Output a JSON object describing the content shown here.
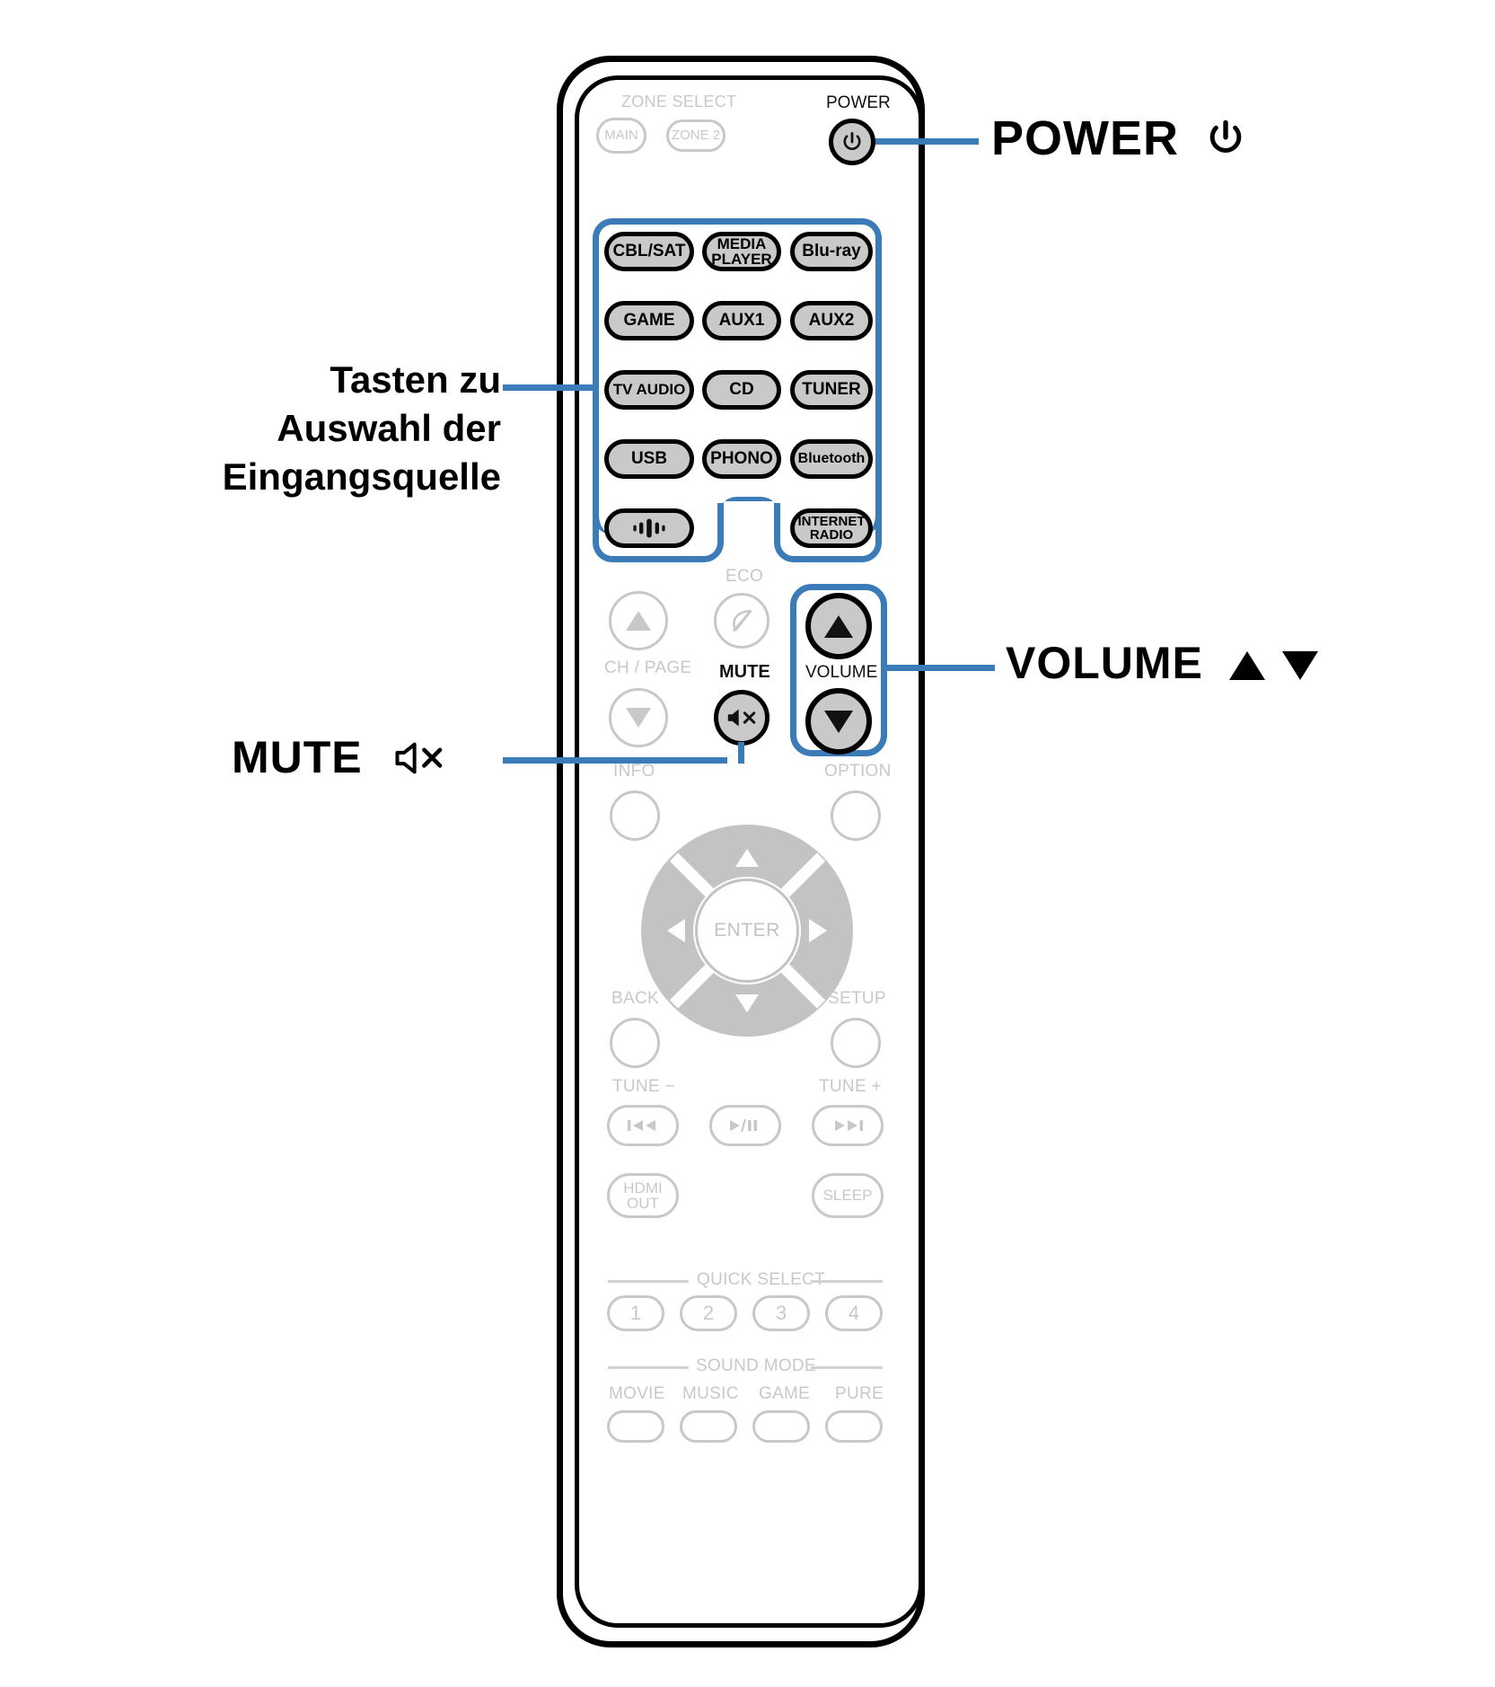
{
  "document": {
    "type": "remote-control-diagram",
    "device": "AV receiver remote control",
    "language": "de"
  },
  "colors": {
    "callout_blue": "#3b7cb8",
    "active_key_fill": "#c9c9c9",
    "inactive_outline": "#c8c8c8",
    "body_outline": "#000000",
    "page_background": "#ffffff"
  },
  "annotations": [
    {
      "id": "power",
      "text": "POWER",
      "glyph": "⏻",
      "glyph_name": "power-symbol"
    },
    {
      "id": "source",
      "lines": [
        "Tasten zu",
        "Auswahl der",
        "Eingangsquelle"
      ]
    },
    {
      "id": "volume",
      "text": "VOLUME",
      "glyph": "▲▼",
      "glyph_name": "up-down-triangles"
    },
    {
      "id": "mute",
      "text": "MUTE",
      "glyph": "ὐ7",
      "glyph_name": "speaker-mute-icon"
    }
  ],
  "remote": {
    "zone_select": {
      "caption": "ZONE SELECT",
      "buttons": [
        {
          "label": "MAIN",
          "shape": "circle",
          "state": "inactive"
        },
        {
          "label": "ZONE 2",
          "shape": "pill",
          "state": "inactive"
        }
      ]
    },
    "power": {
      "caption": "POWER",
      "button": {
        "label": "⏻",
        "icon": "power-icon",
        "shape": "circle",
        "state": "active"
      }
    },
    "input_source": {
      "highlighted": true,
      "rows": [
        [
          {
            "label": "CBL/SAT"
          },
          {
            "label": "MEDIA\nPLAYER",
            "line1": "MEDIA",
            "line2": "PLAYER"
          },
          {
            "label": "Blu-ray"
          }
        ],
        [
          {
            "label": "GAME"
          },
          {
            "label": "AUX1"
          },
          {
            "label": "AUX2"
          }
        ],
        [
          {
            "label": "TV AUDIO"
          },
          {
            "label": "CD"
          },
          {
            "label": "TUNER"
          }
        ],
        [
          {
            "label": "USB"
          },
          {
            "label": "PHONO"
          },
          {
            "label": "Bluetooth"
          }
        ],
        [
          {
            "label": "",
            "icon": "heos-icon"
          },
          null,
          {
            "label": "INTERNET\nRADIO",
            "line1": "INTERNET",
            "line2": "RADIO"
          }
        ]
      ]
    },
    "ch_page": {
      "caption": "CH / PAGE",
      "buttons": [
        {
          "label": "▲",
          "icon": "triangle-up-icon",
          "state": "inactive"
        },
        {
          "label": "▼",
          "icon": "triangle-down-icon",
          "state": "inactive"
        }
      ]
    },
    "eco": {
      "caption": "ECO",
      "button": {
        "icon": "leaf-icon",
        "state": "inactive"
      }
    },
    "mute": {
      "caption": "MUTE",
      "button": {
        "icon": "speaker-mute-icon",
        "state": "active"
      }
    },
    "volume": {
      "caption": "VOLUME",
      "highlighted": true,
      "buttons": [
        {
          "label": "▲",
          "icon": "triangle-up-icon",
          "state": "active"
        },
        {
          "label": "▼",
          "icon": "triangle-down-icon",
          "state": "active"
        }
      ]
    },
    "info_option": [
      {
        "caption": "INFO",
        "state": "inactive"
      },
      {
        "caption": "OPTION",
        "state": "inactive"
      }
    ],
    "cursor": {
      "center_label": "ENTER",
      "directions": [
        "up",
        "left",
        "right",
        "down"
      ],
      "state": "inactive"
    },
    "back_setup": [
      {
        "caption": "BACK",
        "state": "inactive"
      },
      {
        "caption": "SETUP",
        "state": "inactive"
      }
    ],
    "transport": {
      "captions": {
        "left": "TUNE −",
        "right": "TUNE +"
      },
      "buttons": [
        {
          "label": "⏮",
          "icon": "skip-previous-icon",
          "state": "inactive"
        },
        {
          "label": "▶/❙❙",
          "icon": "play-pause-icon",
          "state": "inactive"
        },
        {
          "label": "⏭",
          "icon": "skip-next-icon",
          "state": "inactive"
        }
      ]
    },
    "hdmi_sleep": [
      {
        "line1": "HDMI",
        "line2": "OUT",
        "state": "inactive"
      },
      {
        "label": "SLEEP",
        "state": "inactive"
      }
    ],
    "quick_select": {
      "caption": "QUICK SELECT",
      "buttons": [
        {
          "label": "1"
        },
        {
          "label": "2"
        },
        {
          "label": "3"
        },
        {
          "label": "4"
        }
      ]
    },
    "sound_mode": {
      "caption": "SOUND MODE",
      "buttons": [
        {
          "label": "MOVIE"
        },
        {
          "label": "MUSIC"
        },
        {
          "label": "GAME"
        },
        {
          "label": "PURE"
        }
      ]
    }
  }
}
